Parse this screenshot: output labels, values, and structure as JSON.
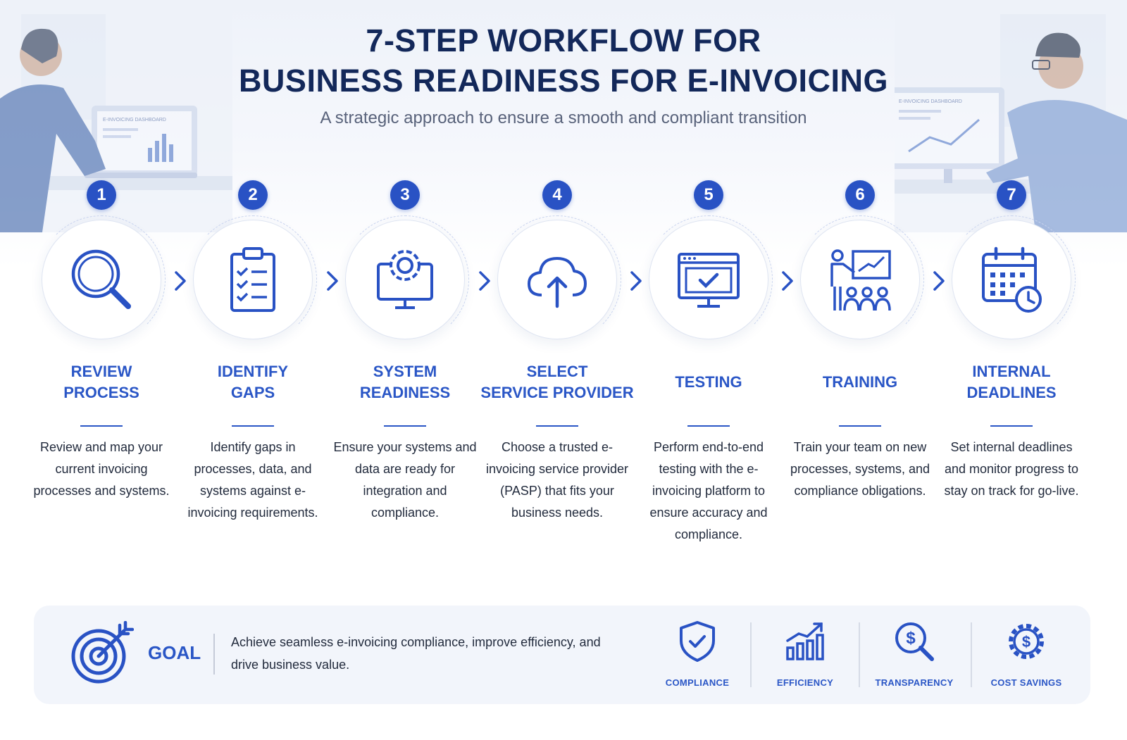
{
  "title_line_1": "7-STEP WORKFLOW FOR",
  "title_line_2": "BUSINESS READINESS FOR E-INVOICING",
  "subtitle": "A strategic approach to ensure a smooth and compliant transition",
  "illustration_left": {
    "screen_label": "E-INVOICING DASHBOARD"
  },
  "illustration_right": {
    "screen_label": "E-INVOICING DASHBOARD"
  },
  "steps": [
    {
      "number": "1",
      "title_line_1": "REVIEW",
      "title_line_2": "PROCESS",
      "icon": "magnifier-icon",
      "description": "Review and map your current invoicing processes and systems."
    },
    {
      "number": "2",
      "title_line_1": "IDENTIFY",
      "title_line_2": "GAPS",
      "icon": "checklist-icon",
      "description": "Identify gaps in processes, data, and systems against e-invoicing requirements."
    },
    {
      "number": "3",
      "title_line_1": "SYSTEM",
      "title_line_2": "READINESS",
      "icon": "gear-monitor-icon",
      "description": "Ensure your systems and data are ready for integration and compliance."
    },
    {
      "number": "4",
      "title_line_1": "SELECT",
      "title_line_2": "SERVICE PROVIDER",
      "icon": "cloud-upload-icon",
      "description": "Choose a trusted e-invoicing service provider (PASP) that fits your business needs."
    },
    {
      "number": "5",
      "title_line_1": "TESTING",
      "title_line_2": "",
      "icon": "monitor-check-icon",
      "description": "Perform end-to-end testing with the e-invoicing platform to ensure accuracy and compliance."
    },
    {
      "number": "6",
      "title_line_1": "TRAINING",
      "title_line_2": "",
      "icon": "presentation-icon",
      "description": "Train your team on new processes, systems, and compliance obligations."
    },
    {
      "number": "7",
      "title_line_1": "INTERNAL",
      "title_line_2": "DEADLINES",
      "icon": "calendar-clock-icon",
      "description": "Set internal deadlines and monitor progress to stay on track for go-live."
    }
  ],
  "goal": {
    "label": "GOAL",
    "text": "Achieve seamless e-invoicing compliance, improve efficiency, and drive business value.",
    "icon": "target-arrow-icon"
  },
  "benefits": [
    {
      "label": "COMPLIANCE",
      "icon": "shield-check-icon"
    },
    {
      "label": "EFFICIENCY",
      "icon": "growth-chart-icon"
    },
    {
      "label": "TRANSPARENCY",
      "icon": "magnifier-dollar-icon"
    },
    {
      "label": "COST SAVINGS",
      "icon": "gear-dollar-icon"
    }
  ],
  "colors": {
    "accent": "#2A56C6",
    "title": "#13285A",
    "badge": "#2952C4",
    "panel": "#F2F5FB"
  }
}
